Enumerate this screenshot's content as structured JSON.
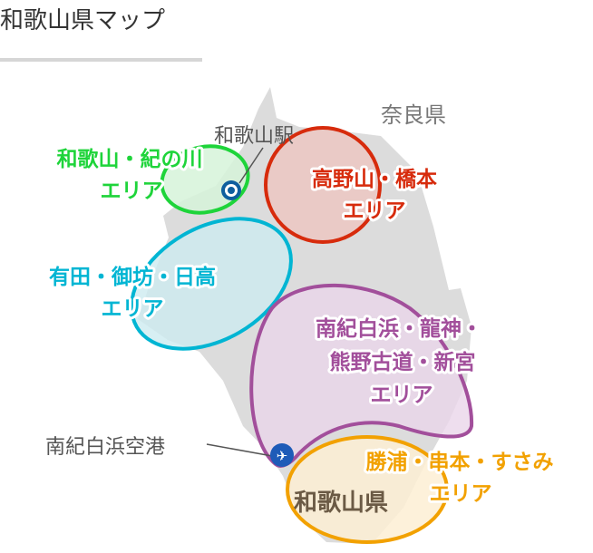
{
  "title": "和歌山県マップ",
  "neighbor_label": "奈良県",
  "prefecture_label": "和歌山県",
  "station": {
    "label": "和歌山駅",
    "icon": "station-marker-icon"
  },
  "airport": {
    "label": "南紀白浜空港",
    "icon": "airplane-icon"
  },
  "areas": [
    {
      "line1": "和歌山・紀の川",
      "line2": "エリア",
      "color": "#1ed43a"
    },
    {
      "line1": "高野山・橋本",
      "line2": "エリア",
      "color": "#d72b0c"
    },
    {
      "line1": "有田・御坊・日高",
      "line2": "エリア",
      "color": "#00b5d3"
    },
    {
      "line1": "南紀白浜・龍神・",
      "line2": "熊野古道・新宮",
      "line3": "エリア",
      "color": "#a24f9b"
    },
    {
      "line1": "勝浦・串本・すさみ",
      "line2": "エリア",
      "color": "#f2a100"
    }
  ]
}
